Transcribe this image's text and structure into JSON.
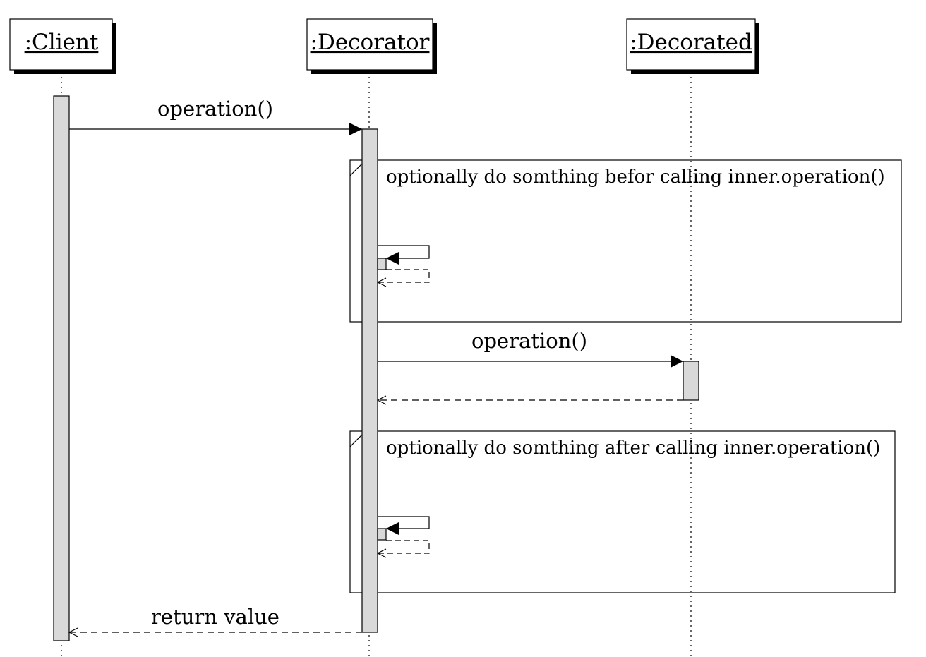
{
  "participants": [
    {
      "id": "client",
      "label": ":Client"
    },
    {
      "id": "decorator",
      "label": ":Decorator"
    },
    {
      "id": "decorated",
      "label": ":Decorated"
    }
  ],
  "messages": [
    {
      "id": "call-decorator",
      "label": "operation()",
      "from": "client",
      "to": "decorator",
      "kind": "sync"
    },
    {
      "id": "call-decorated",
      "label": "operation()",
      "from": "decorator",
      "to": "decorated",
      "kind": "sync"
    },
    {
      "id": "return-decorated",
      "label": "",
      "from": "decorated",
      "to": "decorator",
      "kind": "return"
    },
    {
      "id": "return-client",
      "label": "return value",
      "from": "decorator",
      "to": "client",
      "kind": "return"
    }
  ],
  "notes": [
    {
      "id": "before",
      "text": "optionally do somthing befor calling inner.operation()"
    },
    {
      "id": "after",
      "text": "optionally do somthing after calling inner.operation()"
    }
  ]
}
